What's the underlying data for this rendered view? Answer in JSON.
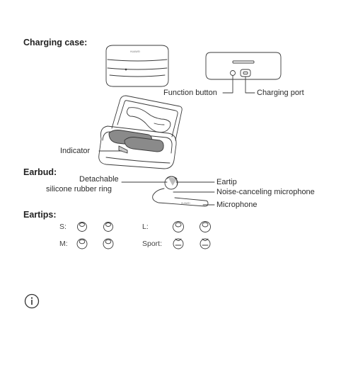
{
  "sections": {
    "charging_case": "Charging case:",
    "earbud": "Earbud:",
    "eartips": "Eartips:"
  },
  "callouts": {
    "function_button": "Function button",
    "charging_port": "Charging port",
    "indicator": "Indicator",
    "detachable_line1": "Detachable",
    "detachable_line2": "silicone rubber ring",
    "eartip": "Eartip",
    "noise_mic": "Noise-canceling microphone",
    "microphone": "Microphone"
  },
  "eartip_sizes": {
    "s": "S:",
    "m": "M:",
    "l": "L:",
    "sport": "Sport:"
  },
  "icons": {
    "info": "info-circle-icon"
  },
  "colors": {
    "line": "#3a3a3a",
    "earbud_fill": "#8a8a8a"
  }
}
